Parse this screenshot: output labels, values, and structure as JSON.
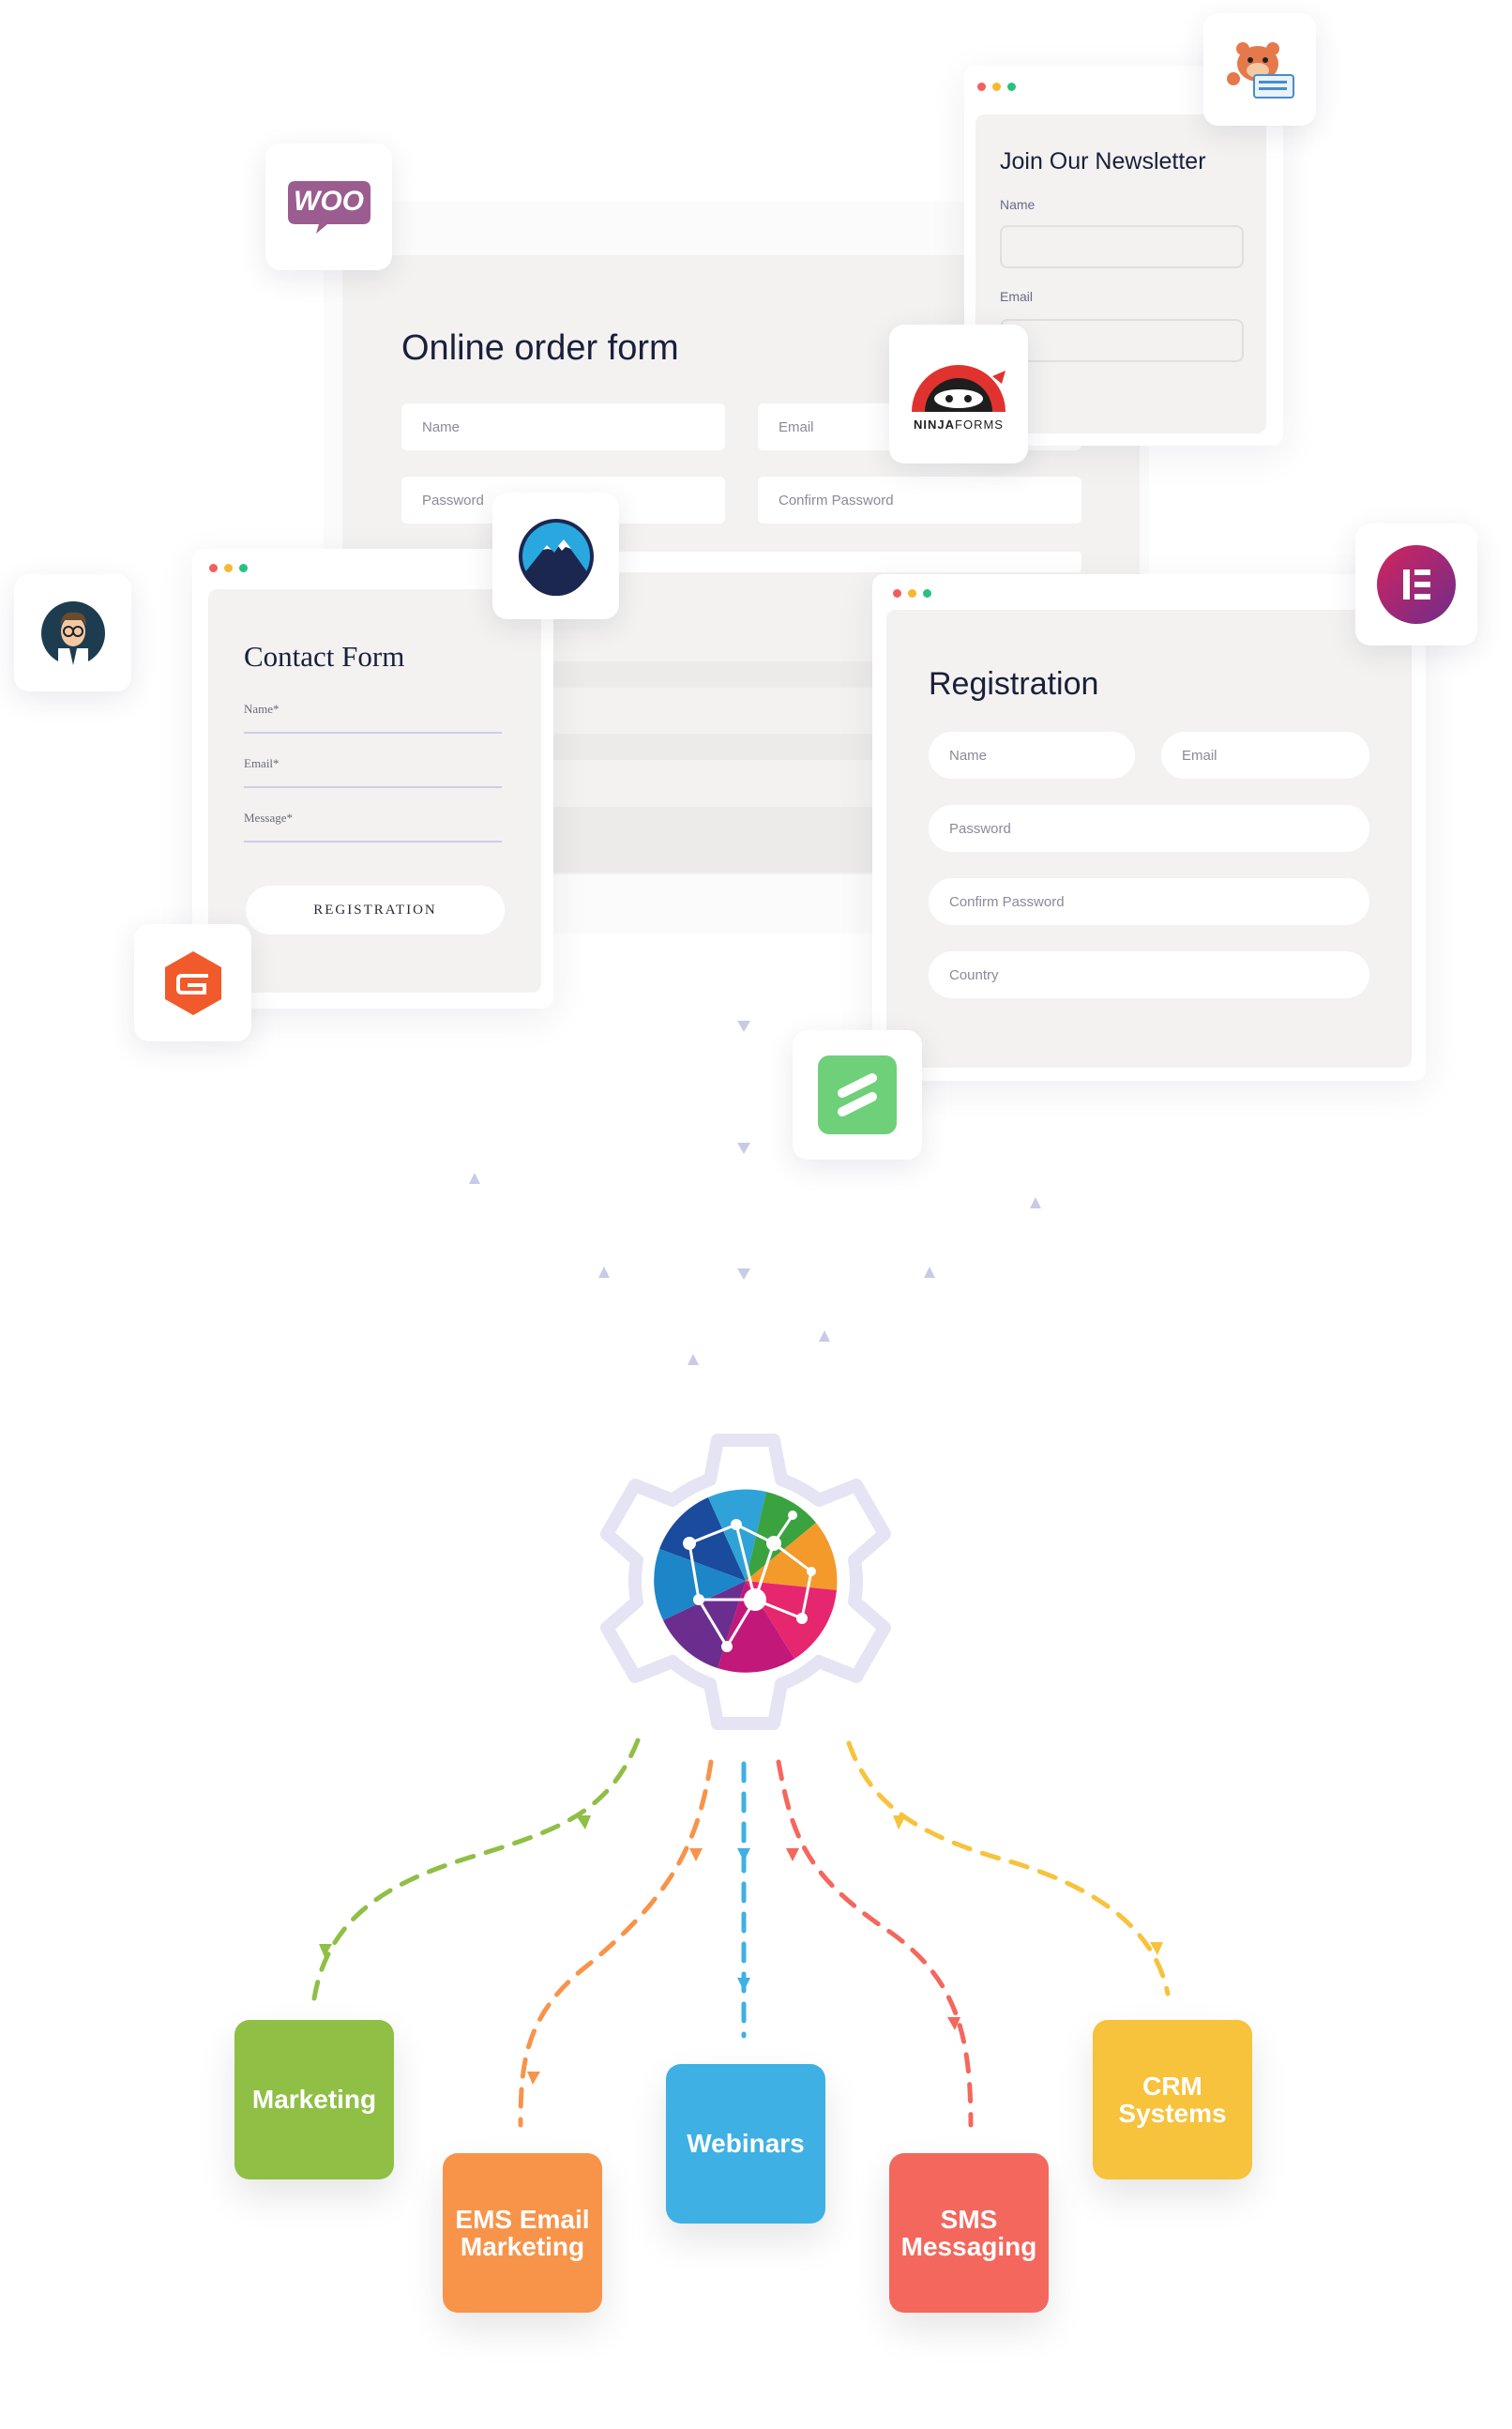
{
  "colors": {
    "dot_red": "#f25f5c",
    "dot_yellow": "#f7b731",
    "dot_green": "#26c281",
    "marketing": "#8fbf45",
    "ems": "#f7944a",
    "webinars": "#3fb0e4",
    "sms": "#f4675d",
    "crm": "#f7c23c",
    "gear": "#e6e6f5"
  },
  "newsletter": {
    "title": "Join Our Newsletter",
    "name_label": "Name",
    "email_label": "Email"
  },
  "order_form": {
    "title": "Online order form",
    "name_placeholder": "Name",
    "email_placeholder": "Email",
    "password_placeholder": "Password",
    "confirm_placeholder": "Confirm Password"
  },
  "contact_form": {
    "title": "Contact Form",
    "name_label": "Name*",
    "email_label": "Email*",
    "message_label": "Message*",
    "button": "REGISTRATION"
  },
  "registration": {
    "title": "Registration",
    "name_placeholder": "Name",
    "email_placeholder": "Email",
    "password_placeholder": "Password",
    "confirm_placeholder": "Confirm Password",
    "country_placeholder": "Country"
  },
  "logos": {
    "woo": "WOO",
    "ninja_a": "NINJA",
    "ninja_b": "FORMS",
    "elementor": "E"
  },
  "targets": {
    "marketing": "Marketing",
    "ems": "EMS Email Marketing",
    "webinars": "Webinars",
    "sms": "SMS Messaging",
    "crm": "CRM Systems"
  }
}
